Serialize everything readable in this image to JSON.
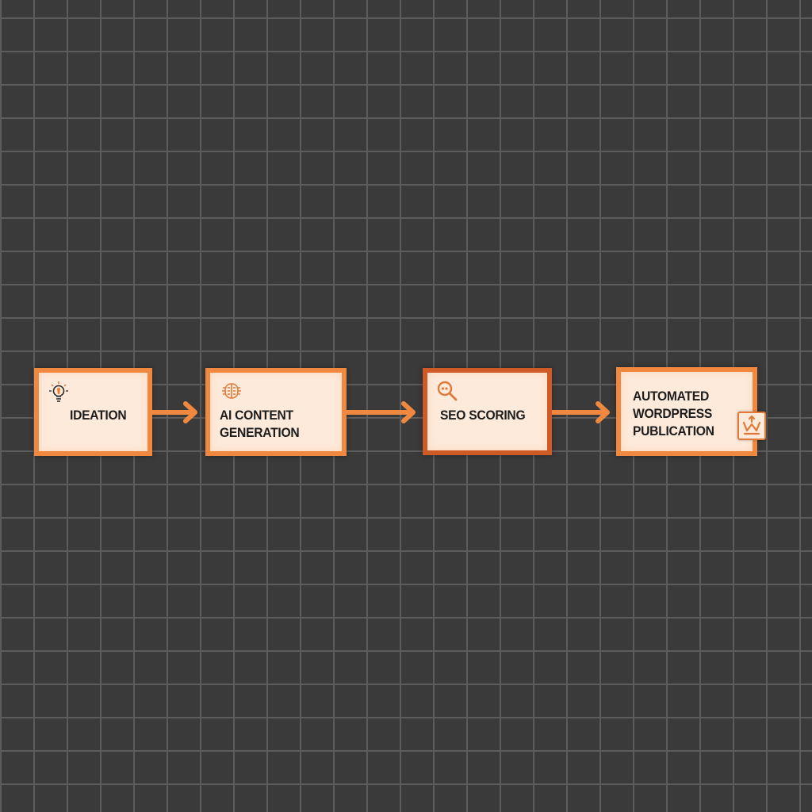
{
  "diagram": {
    "type": "flowchart",
    "direction": "left-to-right",
    "colors": {
      "background": "#3a3a3a",
      "grid_line": "#5c5c5c",
      "node_fill": "#fdeadb",
      "node_border": "#f0893f",
      "node_border_active": "#cf5a26",
      "arrow": "#f0893f",
      "text": "#1c1c1c"
    },
    "nodes": [
      {
        "id": "ideation",
        "label_lines": [
          "IDEATION"
        ],
        "icon": "lightbulb-icon"
      },
      {
        "id": "ai-content-generation",
        "label_lines": [
          "AI CONTENT",
          "GENERATION"
        ],
        "icon": "brain-chip-icon"
      },
      {
        "id": "seo-scoring",
        "label_lines": [
          "SEO SCORING"
        ],
        "icon": "magnifier-icon",
        "highlighted": true
      },
      {
        "id": "automated-wordpress-publication",
        "label_lines": [
          "AUTOMATED",
          "WORDPRESS",
          "PUBLICATION"
        ],
        "icon": "wordpress-upload-icon"
      }
    ],
    "edges": [
      {
        "from": "ideation",
        "to": "ai-content-generation"
      },
      {
        "from": "ai-content-generation",
        "to": "seo-scoring"
      },
      {
        "from": "seo-scoring",
        "to": "automated-wordpress-publication"
      }
    ]
  }
}
